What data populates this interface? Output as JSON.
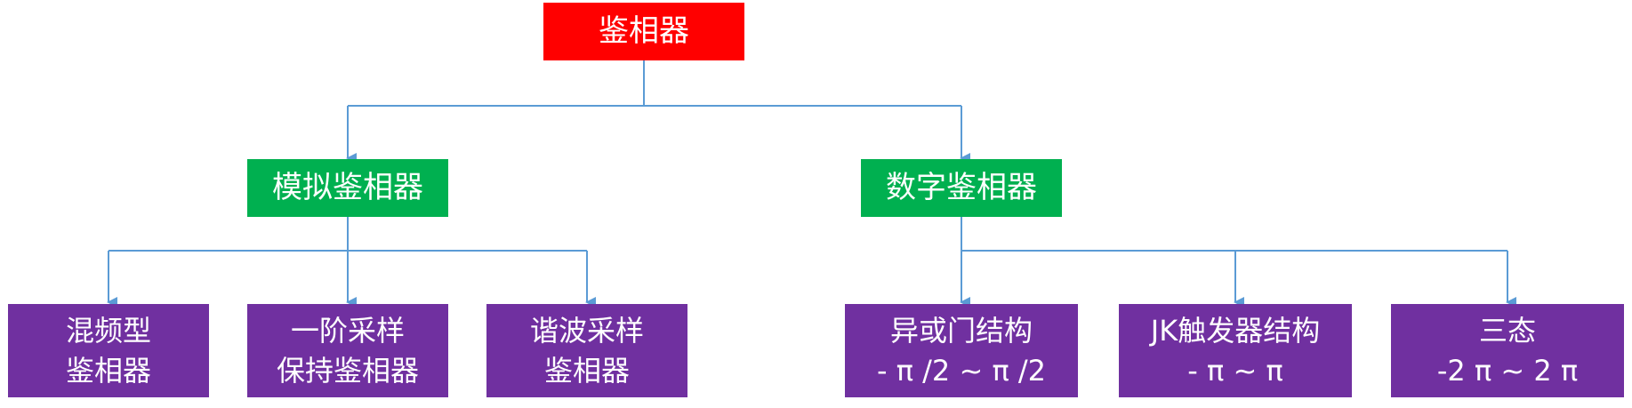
{
  "root": {
    "label": "鉴相器",
    "color": "#ff0000"
  },
  "categories": [
    {
      "label": "模拟鉴相器",
      "color": "#00b050"
    },
    {
      "label": "数字鉴相器",
      "color": "#00b050"
    }
  ],
  "analog_types": [
    {
      "line1": "混频型",
      "line2": "鉴相器"
    },
    {
      "line1": "一阶采样",
      "line2": "保持鉴相器"
    },
    {
      "line1": "谐波采样",
      "line2": "鉴相器"
    }
  ],
  "digital_types": [
    {
      "line1": "异或门结构",
      "line2": "- π /2 ~ π /2"
    },
    {
      "line1": "JK触发器结构",
      "line2": "- π ~ π"
    },
    {
      "line1": "三态",
      "line2": "-2 π ~ 2 π"
    }
  ],
  "leaf_color": "#7030a0",
  "connector_color": "#5b9bd5"
}
